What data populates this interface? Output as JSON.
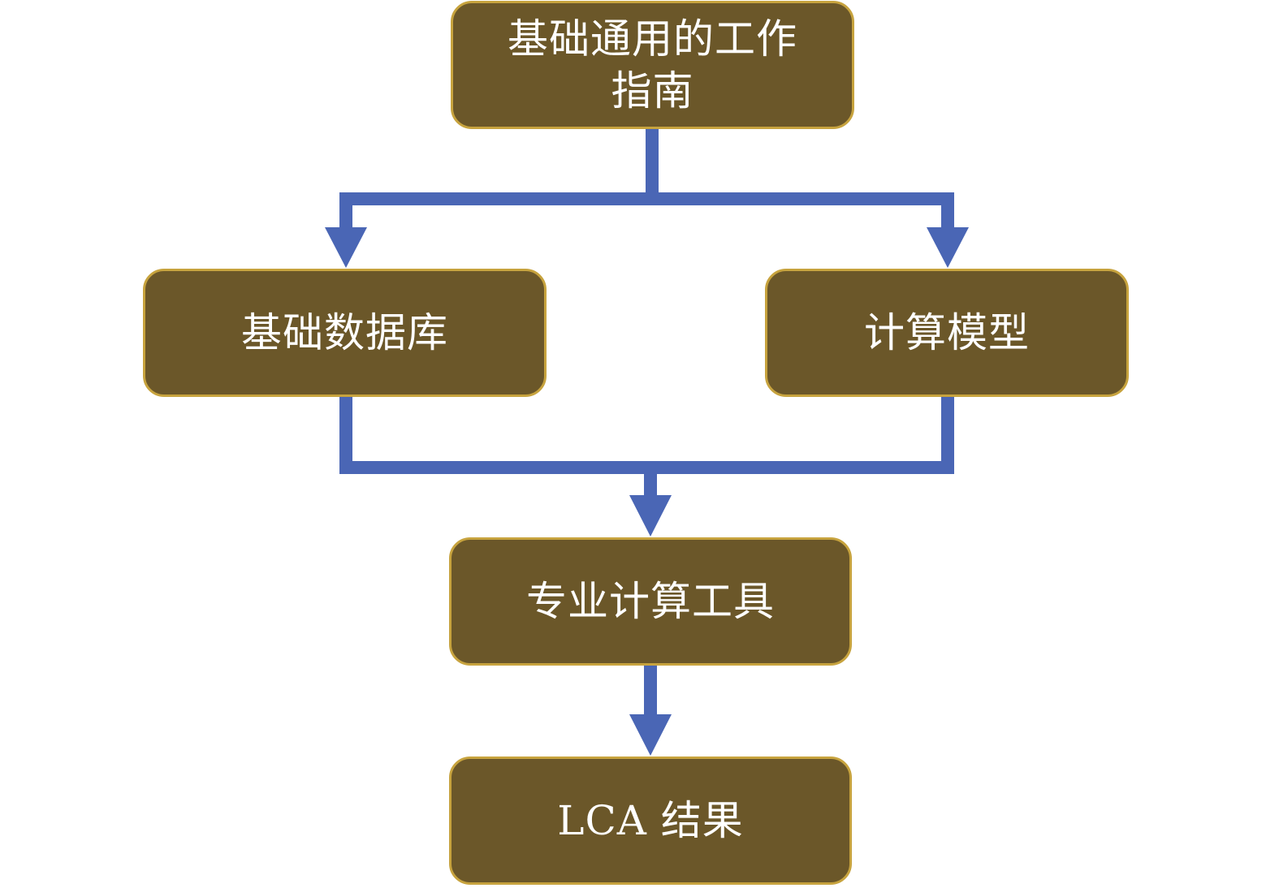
{
  "diagram": {
    "nodes": {
      "guide": "基础通用的工作\n指南",
      "database": "基础数据库",
      "model": "计算模型",
      "tool": "专业计算工具",
      "result": "LCA 结果"
    },
    "colors": {
      "box_fill": "#6b5729",
      "box_border": "#c7a33e",
      "text": "#ffffff",
      "arrow": "#4a66b5"
    },
    "edges": [
      {
        "from": "guide",
        "to": "database"
      },
      {
        "from": "guide",
        "to": "model"
      },
      {
        "from": "database",
        "to": "tool"
      },
      {
        "from": "model",
        "to": "tool"
      },
      {
        "from": "tool",
        "to": "result"
      }
    ]
  }
}
